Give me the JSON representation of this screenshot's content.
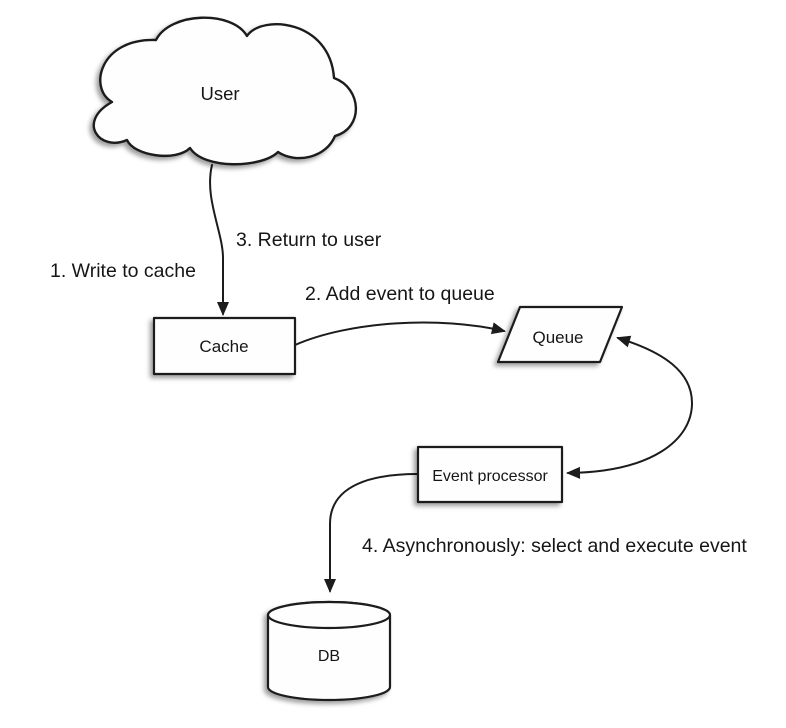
{
  "diagram": {
    "background": "#ffffff",
    "stroke_color": "#1c1c1c",
    "text_color": "#161616",
    "shape_fill": "#fefefe",
    "nodes": [
      {
        "id": "user",
        "label": "User",
        "shape": "cloud"
      },
      {
        "id": "cache",
        "label": "Cache",
        "shape": "rectangle"
      },
      {
        "id": "queue",
        "label": "Queue",
        "shape": "parallelogram"
      },
      {
        "id": "event_processor",
        "label": "Event processor",
        "shape": "rectangle"
      },
      {
        "id": "db",
        "label": "DB",
        "shape": "cylinder"
      }
    ],
    "edges": [
      {
        "from": "user",
        "to": "cache",
        "arrow": "single",
        "labels": [
          "1. Write to cache",
          "3. Return to user"
        ]
      },
      {
        "from": "cache",
        "to": "queue",
        "arrow": "single",
        "labels": [
          "2. Add event to queue"
        ]
      },
      {
        "from": "queue",
        "to": "event_processor",
        "arrow": "double",
        "labels": []
      },
      {
        "from": "event_processor",
        "to": "db",
        "arrow": "single",
        "labels": [
          "4. Asynchronously: select and execute event"
        ]
      }
    ]
  }
}
